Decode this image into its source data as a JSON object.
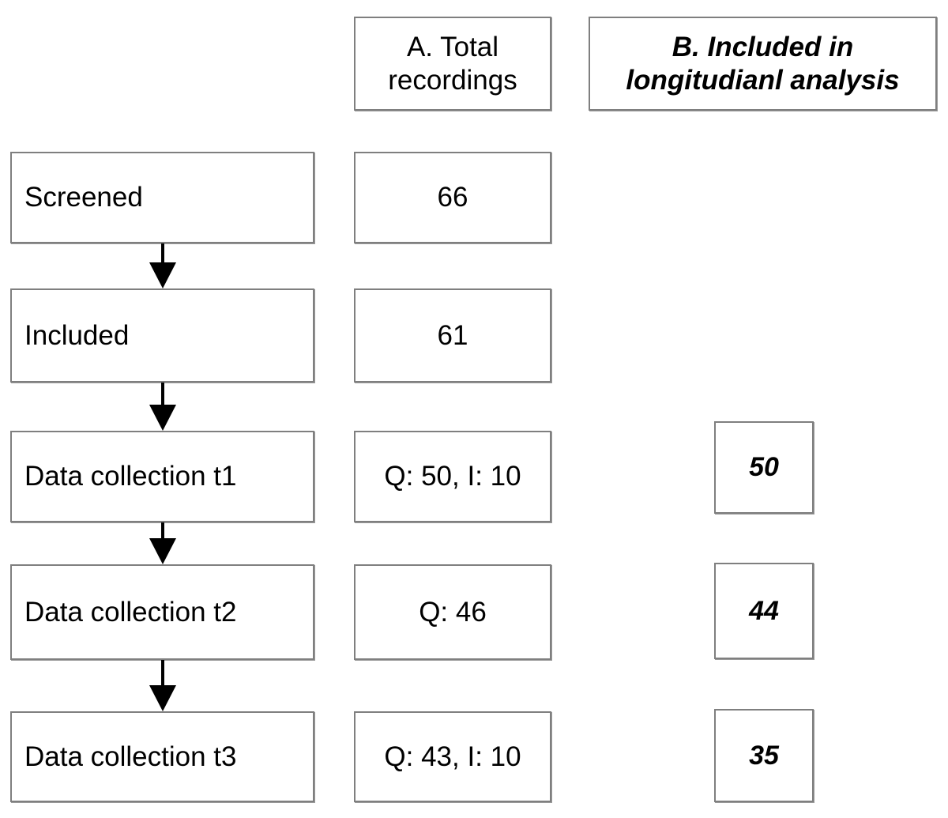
{
  "figure": {
    "type": "flowchart",
    "orientation": "vertical",
    "background_color": "#ffffff",
    "border_color": "#7f7f7f",
    "text_color": "#000000"
  },
  "headers": [
    {
      "id": "header-a",
      "label": "A. Total recordings",
      "line1": "A. Total",
      "line2": "recordings",
      "style": "regular"
    },
    {
      "id": "header-b",
      "label": "B. Included in longitudianl analysis",
      "line1": "B. Included in",
      "line2": "longitudianl analysis",
      "style": "italic"
    }
  ],
  "rows": [
    {
      "id": "screened",
      "stage": "Screened",
      "total_recordings": "66",
      "included_longitudinal": "",
      "has_arrow_below": true
    },
    {
      "id": "included",
      "stage": "Included",
      "total_recordings": "61",
      "included_longitudinal": "",
      "has_arrow_below": true
    },
    {
      "id": "data-collection-t1",
      "stage": "Data collection t1",
      "total_recordings": "Q: 50, I: 10",
      "included_longitudinal": "50",
      "has_arrow_below": true
    },
    {
      "id": "data-collection-t2",
      "stage": "Data collection t2",
      "total_recordings": "Q: 46",
      "included_longitudinal": "44",
      "has_arrow_below": true
    },
    {
      "id": "data-collection-t3",
      "stage": "Data collection t3",
      "total_recordings": "Q: 43, I: 10",
      "included_longitudinal": "35",
      "has_arrow_below": false
    }
  ]
}
